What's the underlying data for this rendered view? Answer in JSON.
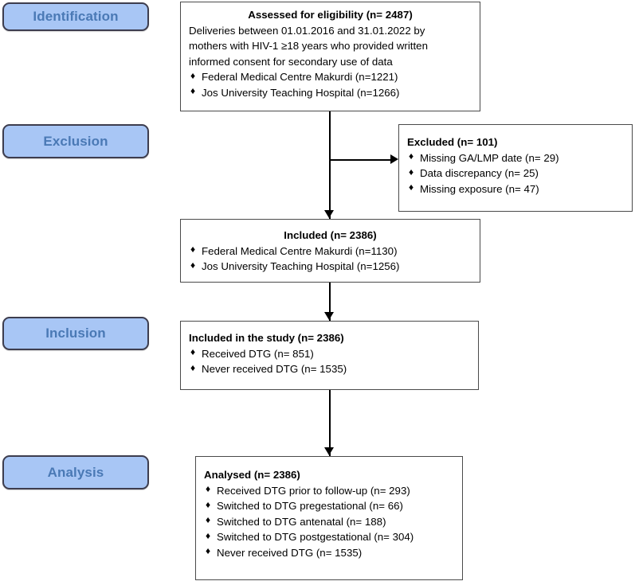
{
  "figure": {
    "type": "flow-diagram",
    "title": "Study participant flow diagram"
  },
  "stages": [
    {
      "label": "Identification"
    },
    {
      "label": "Exclusion"
    },
    {
      "label": "Inclusion"
    },
    {
      "label": "Analysis"
    }
  ],
  "nodes": {
    "eligibility": {
      "title": "Assessed for eligibility (n= 2487)",
      "paragraph_lines": [
        "Deliveries between 01.01.2016 and 31.01.2022 by",
        "mothers with HIV-1 ≥18 years who provided written",
        "informed consent for secondary use of data"
      ],
      "items": [
        "Federal Medical Centre Makurdi (n=1221)",
        "Jos University Teaching Hospital (n=1266)"
      ]
    },
    "excluded": {
      "title": "Excluded (n= 101)",
      "items": [
        "Missing GA/LMP date (n= 29)",
        "Data discrepancy (n= 25)",
        "Missing exposure (n= 47)"
      ]
    },
    "included": {
      "title": "Included (n= 2386)",
      "items": [
        "Federal Medical Centre Makurdi (n=1130)",
        "Jos University Teaching Hospital (n=1256)"
      ]
    },
    "included_study": {
      "title": "Included in the study (n= 2386)",
      "items": [
        "Received DTG (n= 851)",
        "Never received DTG (n= 1535)"
      ]
    },
    "analysed": {
      "title": "Analysed  (n= 2386)",
      "items": [
        "Received DTG prior to follow-up (n= 293)",
        "Switched to DTG pregestational (n= 66)",
        "Switched to DTG antenatal (n= 188)",
        "Switched to DTG postgestational (n= 304)",
        "Never received DTG (n= 1535)"
      ]
    }
  },
  "glyphs": {
    "bullet": "♦"
  },
  "colors": {
    "stage_fill": "#a8c6f5",
    "stage_border": "#3d3d4e",
    "stage_text": "#4a79b5",
    "node_border": "#4a4a4a",
    "connector": "#000000",
    "background": "#ffffff"
  }
}
